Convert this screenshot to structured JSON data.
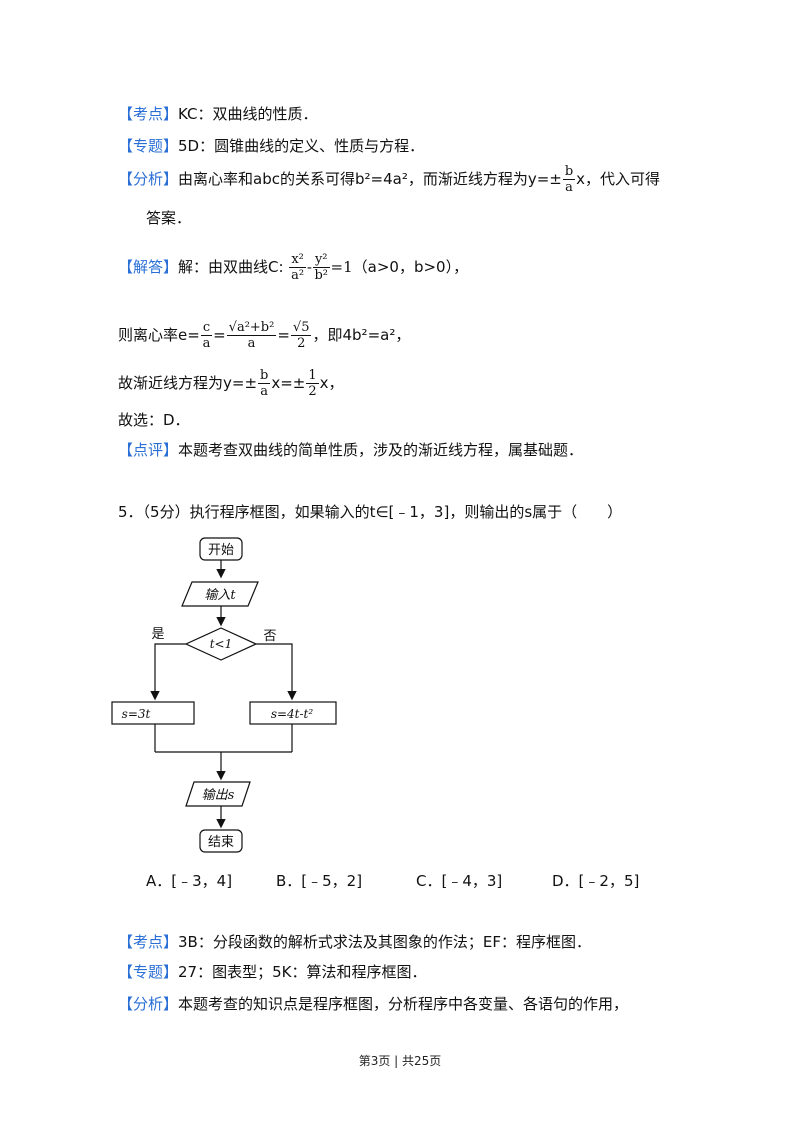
{
  "q4": {
    "kaodian": {
      "tag": "【考点】",
      "text": "KC：双曲线的性质．"
    },
    "zhuanti": {
      "tag": "【专题】",
      "text": "5D：圆锥曲线的定义、性质与方程．"
    },
    "fenxi": {
      "tag": "【分析】",
      "text1": "由离心率和abc的关系可得b²=4a²，而渐近线方程为y=±",
      "frac_num": "b",
      "frac_den": "a",
      "text2": "x，代入可得",
      "text3": "答案．"
    },
    "jieda": {
      "tag": "【解答】",
      "text1": "解：由双曲线C:",
      "f1n": "x²",
      "f1d": "a²",
      "minus": "-",
      "f2n": "y²",
      "f2d": "b²",
      "eq": "=1",
      "text2": "（a>0，b>0），"
    },
    "line_e": {
      "t1": "则离心率e=",
      "fcn": "c",
      "fcd": "a",
      "eq1": "=",
      "fsn": "√a²+b²",
      "fsd": "a",
      "eq2": "=",
      "f5n": "√5",
      "f5d": "2",
      "t2": "，即4b²=a²，"
    },
    "line_asym": {
      "t1": "故渐近线方程为y=±",
      "fn": "b",
      "fd": "a",
      "t2": "x=±",
      "hn": "1",
      "hd": "2",
      "t3": "x，"
    },
    "guxuan": "故选：D．",
    "dianping": {
      "tag": "【点评】",
      "text": "本题考查双曲线的简单性质，涉及的渐近线方程，属基础题．"
    }
  },
  "q5": {
    "stem": "5．（5分）执行程序框图，如果输入的t∈[﹣1，3]，则输出的s属于（　　）",
    "flow": {
      "start": "开始",
      "input": "输入t",
      "cond": "t<1",
      "yes": "是",
      "no": "否",
      "left_box": "s=3t",
      "right_box": "s=4t-t²",
      "output": "输出s",
      "end": "结束"
    },
    "choices": [
      "A．[﹣3，4]",
      "B．[﹣5，2]",
      "C．[﹣4，3]",
      "D．[﹣2，5]"
    ],
    "kaodian": {
      "tag": "【考点】",
      "text": "3B：分段函数的解析式求法及其图象的作法；EF：程序框图．"
    },
    "zhuanti": {
      "tag": "【专题】",
      "text": "27：图表型；5K：算法和程序框图．"
    },
    "fenxi": {
      "tag": "【分析】",
      "text": "本题考查的知识点是程序框图，分析程序中各变量、各语句的作用，"
    }
  },
  "footer": "第3页 | 共25页",
  "colors": {
    "tag": "#2a6fd6"
  }
}
